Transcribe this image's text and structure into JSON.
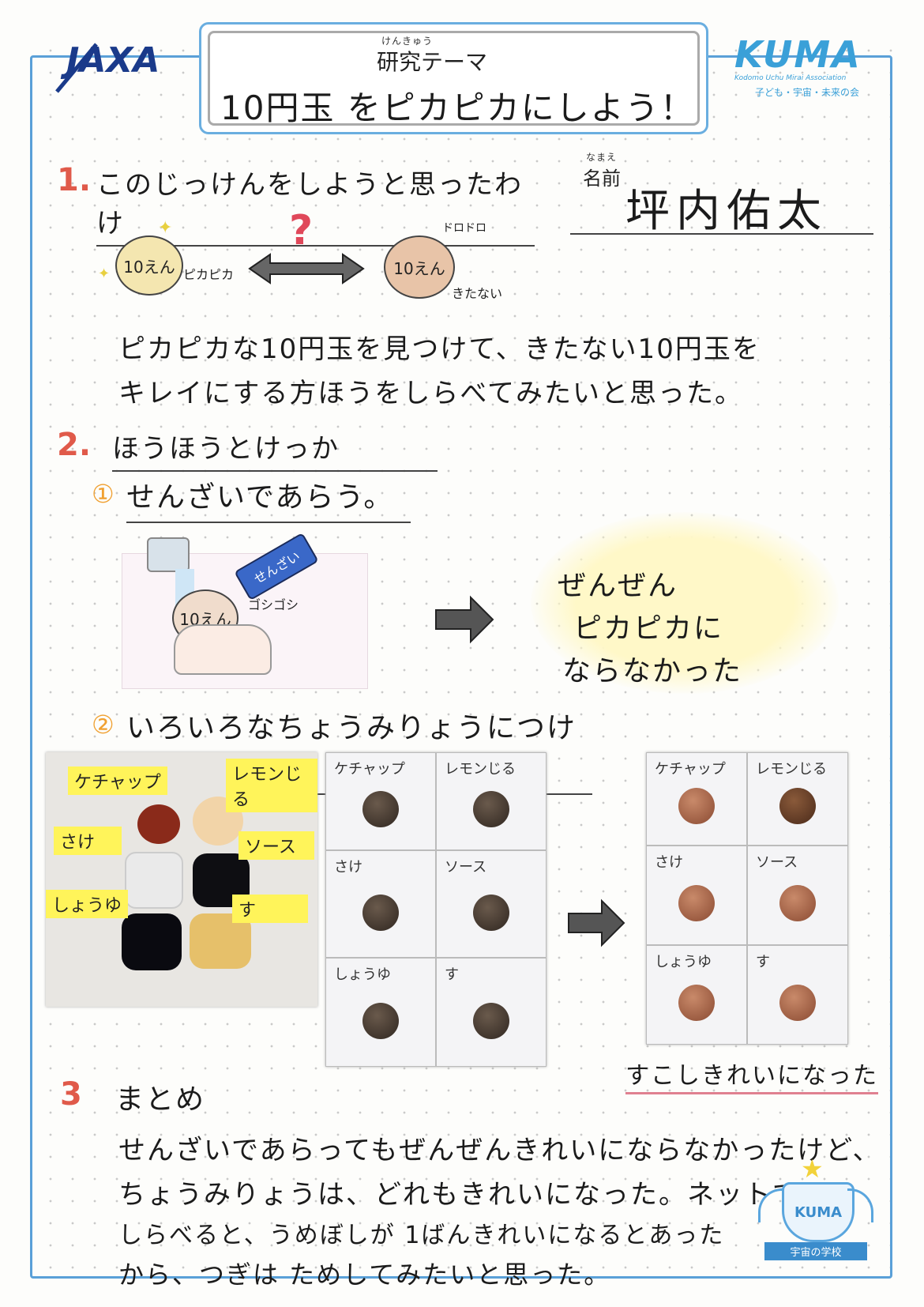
{
  "header": {
    "jaxa_logo": "JAXA",
    "kuma_logo": "KUMA",
    "kuma_sub_en": "Kodomo Uchu Mirai Association",
    "kuma_sub_jp": "子ども・宇宙・未来の会",
    "theme_ruby": "けんきゅう",
    "theme_label": "研究テーマ",
    "theme_title": "10円玉 をピカピカにしよう！"
  },
  "name": {
    "ruby": "なまえ",
    "label": "名前",
    "value": "坪内佑太"
  },
  "section1": {
    "number": "1.",
    "heading": "このじっけんをしようと思ったわけ",
    "coin_label": "10えん",
    "shiny_label": "ピカピカ",
    "question": "?",
    "dirty_label": "きたない",
    "dirty_sound": "ドロドロ",
    "text_line1": "ピカピカな10円玉を見つけて、きたない10円玉を",
    "text_line2": "キレイにする方ほうをしらべてみたいと思った。"
  },
  "section2": {
    "number": "2.",
    "heading": "ほうほうとけっか",
    "method1_num": "①",
    "method1": "せんざいであらう。",
    "detergent_label": "せんざい",
    "scrub_sound": "ゴシゴシ",
    "coin_label": "10えん",
    "result1_line1": "ぜんぜん",
    "result1_line2": "ピカピカに",
    "result1_line3": "ならなかった",
    "method2_num": "②",
    "method2": "いろいろなちょうみりょうにつける。",
    "tags": [
      "ケチャップ",
      "レモンじる",
      "さけ",
      "ソース",
      "しょうゆ",
      "す"
    ],
    "grid_labels": [
      "ケチャップ",
      "レモンじる",
      "さけ",
      "ソース",
      "しょうゆ",
      "す"
    ],
    "result2": "すこしきれいになった"
  },
  "section3": {
    "number": "3",
    "heading": "まとめ",
    "line1": "せんざいであらってもぜんぜんきれいにならなかったけど、",
    "line2": "ちょうみりょうは、どれもきれいになった。ネットで",
    "line3": "しらべると、うめぼしが 1ばんきれいになるとあった",
    "line4": "から、つぎは ためしてみたいと思った。"
  },
  "badge": {
    "label": "KUMA",
    "school": "宇宙の学校"
  },
  "colors": {
    "frame": "#5aa0d8",
    "section_number": "#e05a4a",
    "method_circle": "#f0a030",
    "highlight": "#fff45a"
  }
}
